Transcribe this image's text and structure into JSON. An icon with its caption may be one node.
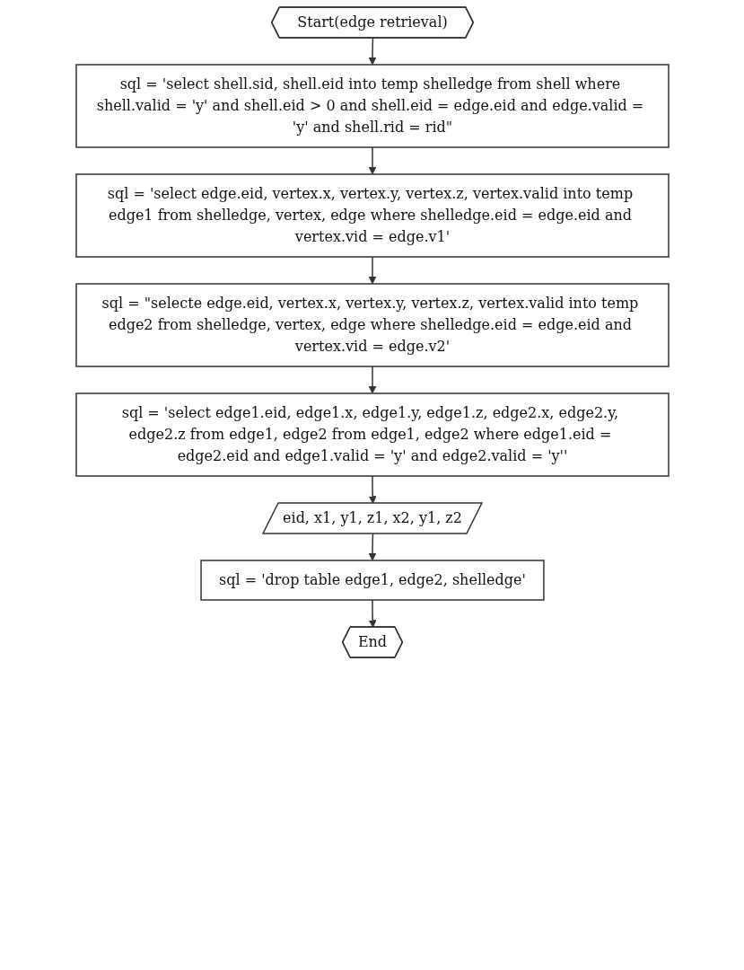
{
  "diagram": {
    "nodes": [
      {
        "text": [
          "Start(edge retrieval)"
        ]
      },
      {
        "text": [
          "sql = 'select shell.sid, shell.eid into temp shelledge from shell where shell.valid = 'y' and shell.eid > 0 and shell.eid = edge.eid and edge.valid = 'y' and shell.rid = rid\""
        ]
      },
      {
        "text": [
          "sql = 'select edge.eid, vertex.x, vertex.y, vertex.z, vertex.valid into temp edge1 from shelledge, vertex, edge where shelledge.eid = edge.eid and vertex.vid = edge.v1'"
        ]
      },
      {
        "text": [
          "sql = \"selecte edge.eid, vertex.x, vertex.y, vertex.z, vertex.valid into temp edge2 from shelledge, vertex, edge where shelledge.eid = edge.eid and vertex.vid = edge.v2'"
        ]
      },
      {
        "text": [
          "sql = 'select edge1.eid, edge1.x, edge1.y, edge1.z, edge2.x, edge2.y, edge2.z from edge1, edge2 from edge1, edge2 where edge1.eid = edge2.eid and edge1.valid = 'y' and edge2.valid = 'y''"
        ]
      },
      {
        "text": [
          "eid, x1, y1, z1, x2, y1, z2"
        ]
      },
      {
        "text": [
          "sql = 'drop table edge1, edge2, shelledge'"
        ]
      },
      {
        "text": [
          "End"
        ]
      }
    ],
    "edges": [
      {
        "from": 0,
        "to": 1,
        "arrow": "to"
      },
      {
        "from": 1,
        "to": 2,
        "arrow": "to"
      },
      {
        "from": 2,
        "to": 3,
        "arrow": "to"
      },
      {
        "from": 3,
        "to": 4,
        "arrow": "to"
      },
      {
        "from": 4,
        "to": 5,
        "arrow": "to"
      },
      {
        "from": 5,
        "to": 6,
        "arrow": "to"
      },
      {
        "from": 6,
        "to": 7,
        "arrow": "to"
      }
    ]
  }
}
